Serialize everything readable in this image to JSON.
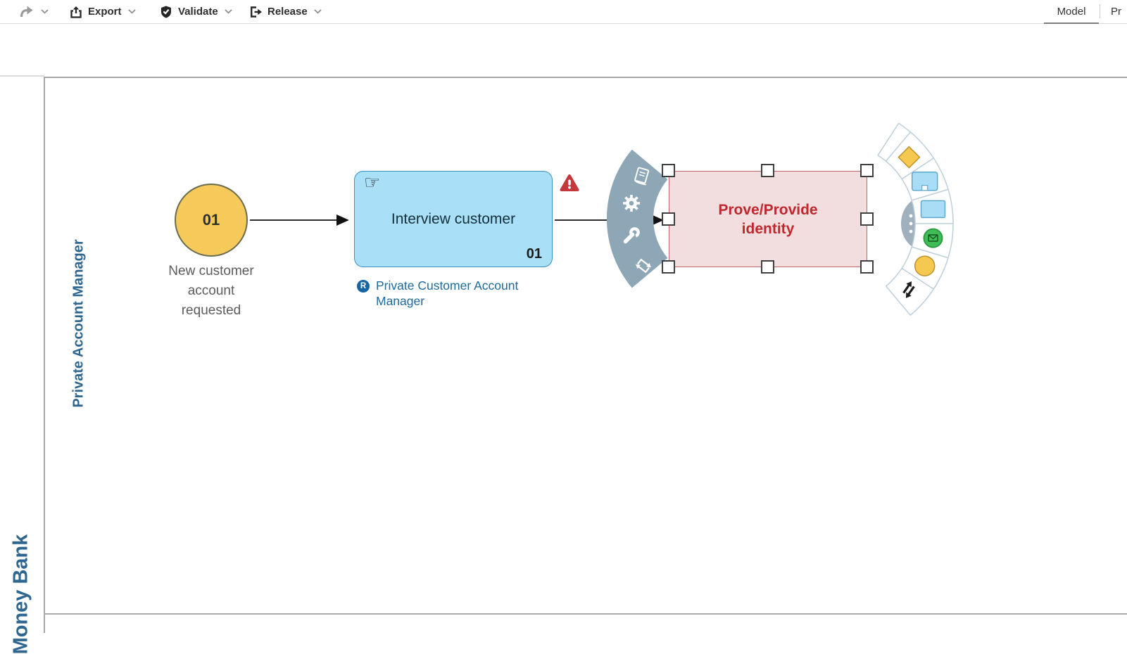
{
  "toolbar": {
    "redo": {
      "icon": "redo-arrow"
    },
    "buttons": [
      {
        "label": "Export",
        "icon": "export-upload"
      },
      {
        "label": "Validate",
        "icon": "shield-check"
      },
      {
        "label": "Release",
        "icon": "release-publish"
      }
    ],
    "view_tabs": [
      {
        "label": "Model",
        "active": true
      },
      {
        "label": "Pr",
        "active": false
      }
    ]
  },
  "diagram": {
    "pool": {
      "label": "Money Bank"
    },
    "lane": {
      "label": "Private Account Manager"
    },
    "start_event": {
      "badge": "01",
      "label": "New customer account requested"
    },
    "task_interview": {
      "label": "Interview customer",
      "badge": "01",
      "hand_glyph": "☞",
      "role_badge": "R",
      "role_label": "Private Customer Account Manager",
      "has_warning": true
    },
    "task_selected": {
      "label": "Prove/Provide identity",
      "selected": true
    },
    "left_context_menu_icons": [
      "dictionary",
      "settings-gear",
      "maintenance-wrench",
      "replace"
    ],
    "right_palette_icons": [
      "gateway",
      "collapsed-subprocess",
      "task",
      "message-intermediate-event",
      "end-event",
      "reorder-arrows"
    ],
    "colors": {
      "event_yellow": "#f6ca5a",
      "event_border": "#6b6b4f",
      "task_blue_fill": "#a9dff7",
      "task_blue_border": "#3d8fbe",
      "selected_pink_fill": "#f3dedf",
      "selected_red_border": "#c4666a",
      "selected_red_text": "#c0282e",
      "menu_slate": "#8ea7b7",
      "palette_outline": "#becfda",
      "gateway_yellow": "#f5c84f",
      "gateway_border": "#c0912c",
      "message_green": "#41bd58",
      "warning_red": "#c4373d",
      "role_link_blue": "#1d6a9b",
      "lane_label_blue": "#2f6690"
    }
  }
}
